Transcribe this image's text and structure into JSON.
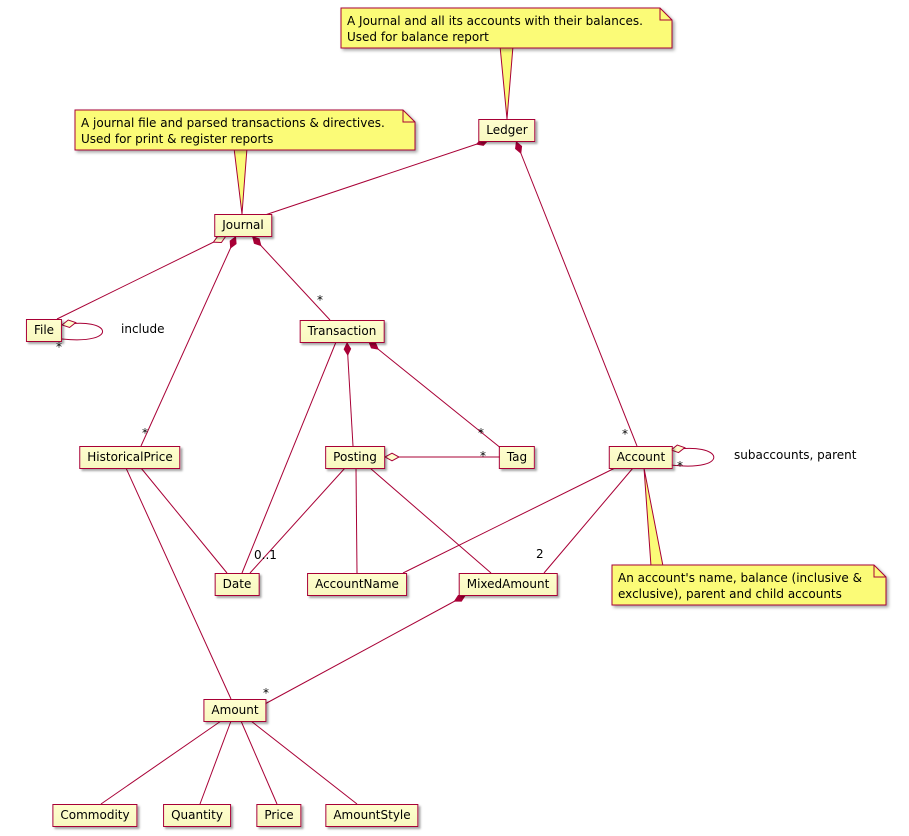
{
  "diagram": {
    "type": "uml-class-diagram",
    "classes": [
      {
        "name": "Ledger"
      },
      {
        "name": "Journal"
      },
      {
        "name": "File"
      },
      {
        "name": "Transaction"
      },
      {
        "name": "HistoricalPrice"
      },
      {
        "name": "Posting"
      },
      {
        "name": "Tag"
      },
      {
        "name": "Account"
      },
      {
        "name": "Date"
      },
      {
        "name": "AccountName"
      },
      {
        "name": "MixedAmount"
      },
      {
        "name": "Amount"
      },
      {
        "name": "Commodity"
      },
      {
        "name": "Quantity"
      },
      {
        "name": "Price"
      },
      {
        "name": "AmountStyle"
      }
    ],
    "notes": [
      {
        "target": "Ledger",
        "text": "A Journal and all its accounts with their balances.\nUsed for balance report"
      },
      {
        "target": "Journal",
        "text": "A journal file and parsed transactions & directives.\nUsed for print & register reports"
      },
      {
        "target": "Account",
        "text": "An account's name, balance (inclusive &\nexclusive), parent and child accounts"
      }
    ],
    "labels": {
      "many": "*",
      "include": "include",
      "subaccounts_parent": "subaccounts, parent",
      "zero_or_one": "0..1",
      "two": "2"
    },
    "colors": {
      "node_fill": "#FEFECE",
      "node_border": "#A80036",
      "note_fill": "#FBFB77",
      "edge": "#A80036",
      "text": "#000000"
    }
  }
}
